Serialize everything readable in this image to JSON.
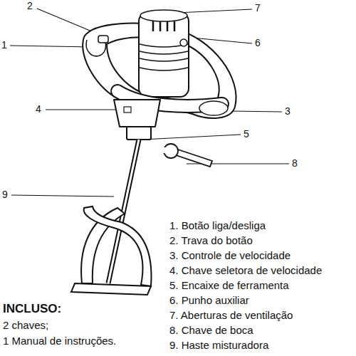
{
  "diagram": {
    "labels": [
      "2",
      "7",
      "1",
      "6",
      "4",
      "3",
      "5",
      "8",
      "9",
      "1. Botão liga/desliga",
      "2. Trava do botão",
      "3. Controle de velocidade",
      "4. Chave seletora de velocidade",
      "5. Encaixe de ferramenta",
      "6. Punho auxiliar",
      "7. Aberturas de ventilação",
      "8. Chave de boca",
      "9. Haste misturadora",
      "INCLUSO:",
      "2 chaves;",
      "1 Manual de instruções."
    ]
  }
}
